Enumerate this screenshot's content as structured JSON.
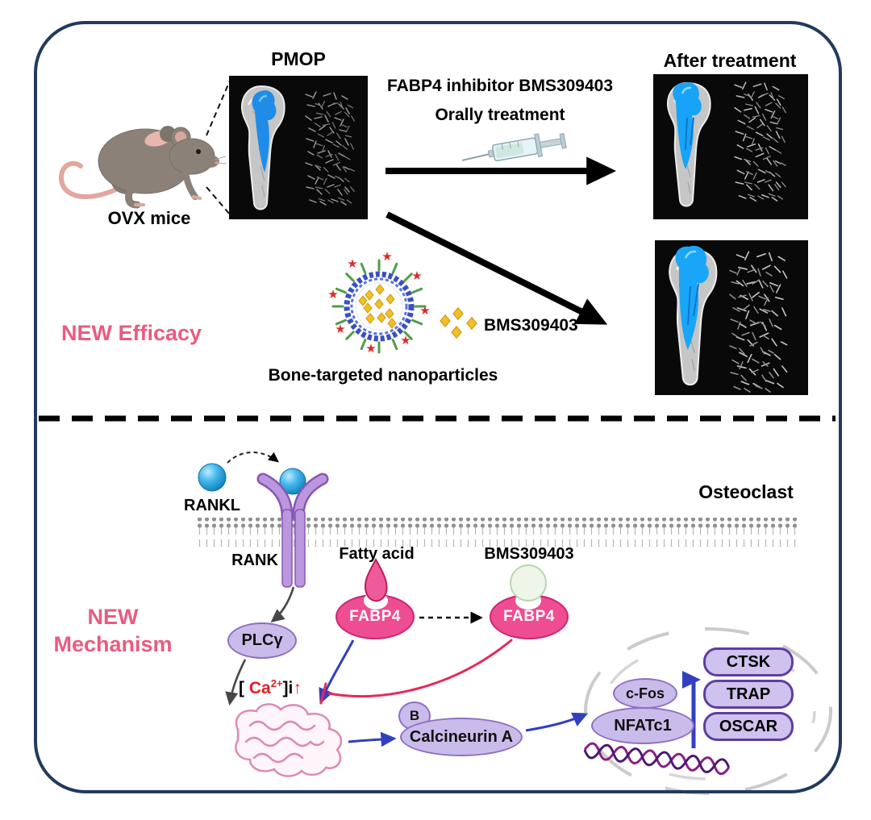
{
  "efficacy": {
    "section_label": "NEW Efficacy",
    "ovx_label": "OVX mice",
    "pmop_label": "PMOP",
    "treatment_line1": "FABP4 inhibitor BMS309403",
    "treatment_line2": "Orally treatment",
    "after_label": "After treatment",
    "nano_drug_label": "BMS309403",
    "nano_label": "Bone-targeted nanoparticles"
  },
  "mechanism": {
    "section_line1": "NEW",
    "section_line2": "Mechanism",
    "cell_label": "Osteoclast",
    "rankl": "RANKL",
    "rank": "RANK",
    "fatty_acid": "Fatty acid",
    "bms": "BMS309403",
    "fabp4_free": "FABP4",
    "fabp4_bound": "FABP4",
    "plc": "PLCγ",
    "ca_open": "[ ",
    "ca_ion": "Ca",
    "ca_sup": "2+",
    "ca_close": "]i",
    "ca_arrow": "↑",
    "calcineurin_b": "B",
    "calcineurin_a": "Calcineurin A",
    "cfos": "c-Fos",
    "nfatc1": "NFATc1",
    "genes": [
      "CTSK",
      "TRAP",
      "OSCAR"
    ]
  },
  "colors": {
    "frame_navy": "#223a5e",
    "accent_pink": "#e85c7f",
    "node_purple_fill": "#cabcea",
    "node_purple_border": "#8f6fc2",
    "fabp4_pink": "#ee4d92",
    "signal_blue": "#3240c0",
    "inhibit_red": "#e8275b",
    "bone_blue": "#1f8de8",
    "drug_yellow": "#f2bf27"
  }
}
